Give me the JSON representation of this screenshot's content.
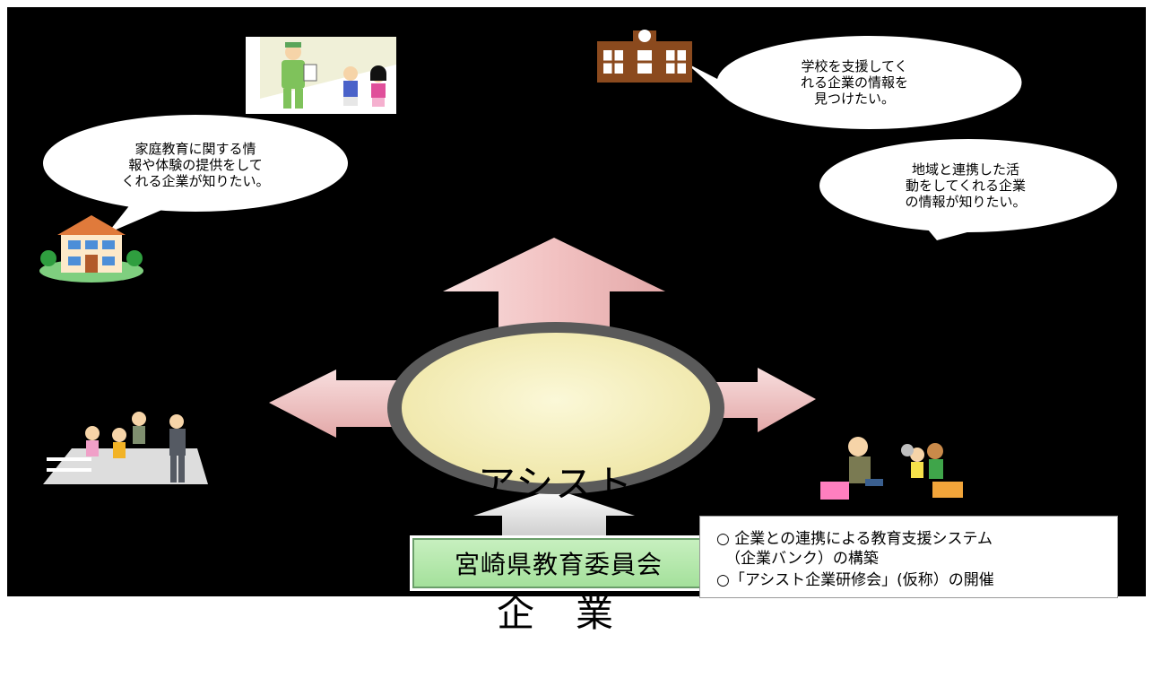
{
  "center": {
    "line1": "アシスト",
    "line2": "企　業"
  },
  "bubbles": {
    "school": [
      "学校を支援してく",
      "れる企業の情報を",
      "見つけたい。"
    ],
    "home": [
      "家庭教育に関する情",
      "報や体験の提供をして",
      "くれる企業が知りたい。"
    ],
    "community": [
      "地域と連携した活",
      "動をしてくれる企業",
      "の情報が知りたい。"
    ]
  },
  "organization": "宮崎県教育委員会",
  "info": {
    "item1": "○  企業との連携による教育支援システム",
    "item1_cont": "（企業バンク）の構築",
    "item2": "○「アシスト企業研修会」(仮称）の開催"
  },
  "colors": {
    "background": "#000000",
    "arrow": "#f2c6c6",
    "center_fill": "#f5f0bf",
    "org_fill": "#b6e8ae"
  },
  "icons": [
    "worker-with-children-illustration",
    "school-building-icon",
    "house-icon",
    "children-walking-illustration",
    "elder-with-children-illustration"
  ]
}
